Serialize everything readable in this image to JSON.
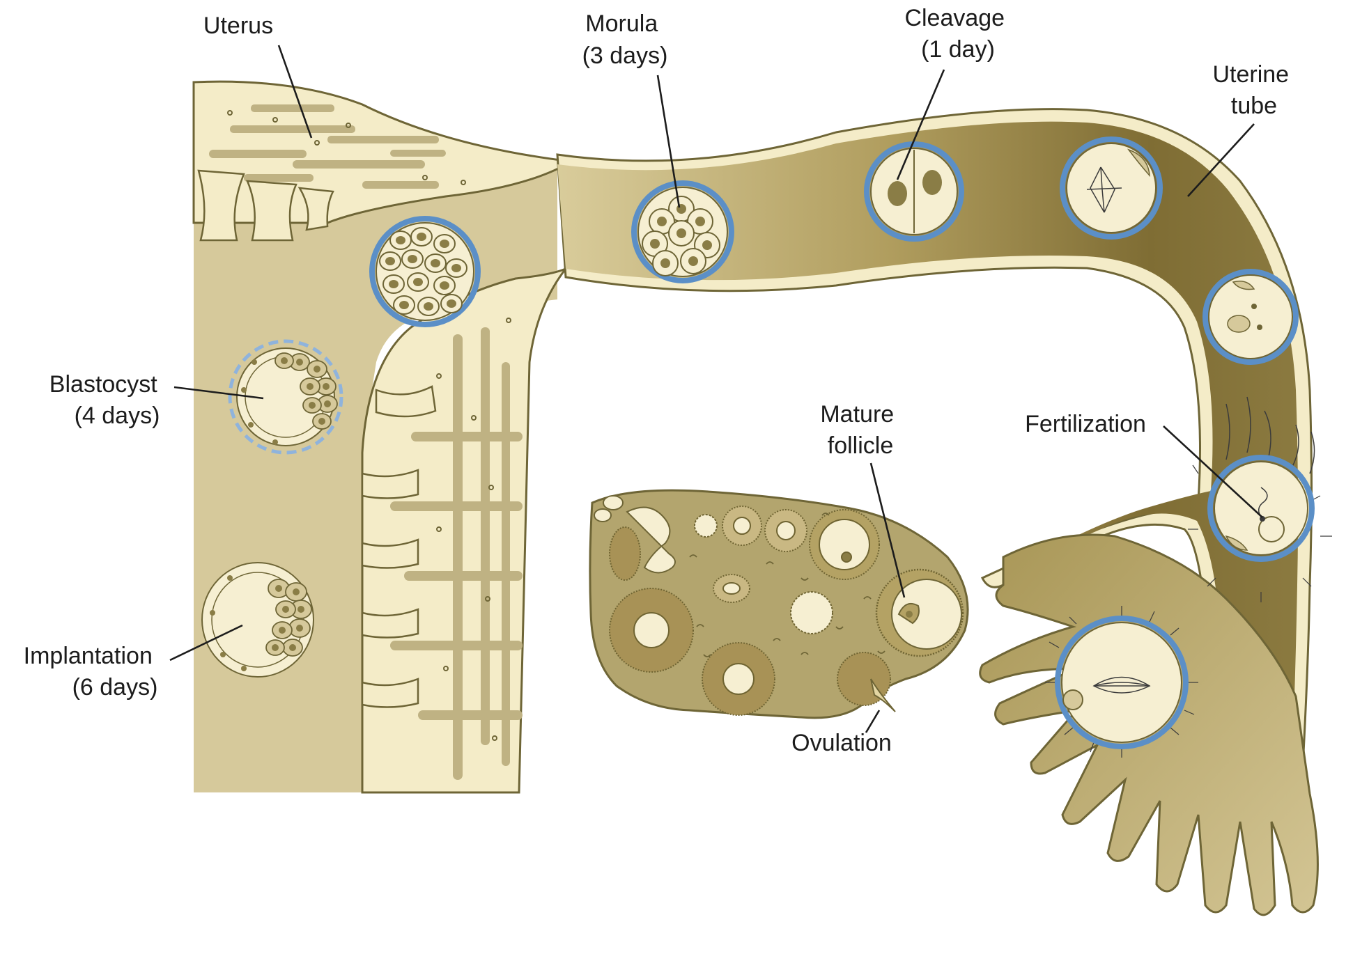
{
  "labels": {
    "uterus": [
      "Uterus"
    ],
    "morula": [
      "Morula",
      "(3 days)"
    ],
    "cleavage": [
      "Cleavage",
      "(1 day)"
    ],
    "uterine_tube": [
      "Uterine",
      "tube"
    ],
    "blastocyst": [
      "Blastocyst",
      "(4 days)"
    ],
    "implantation": [
      "Implantation",
      "(6 days)"
    ],
    "mature_follicle": [
      "Mature",
      "follicle"
    ],
    "fertilization": [
      "Fertilization"
    ],
    "ovulation": [
      "Ovulation"
    ]
  },
  "colors": {
    "tube_dark": "#85733a",
    "tube_mid": "#b3a46a",
    "tissue_light": "#f4ecc8",
    "tissue_fill": "#d6c99b",
    "gland": "#bfb283",
    "outline": "#6e6536",
    "zona_blue": "#5b8fc7",
    "cell_fill": "#f6efd2",
    "nucleus": "#8a7d46",
    "ovary": "#b3a56e",
    "follicle_grain": "#6f6432",
    "label_text": "#1c1c1c"
  }
}
